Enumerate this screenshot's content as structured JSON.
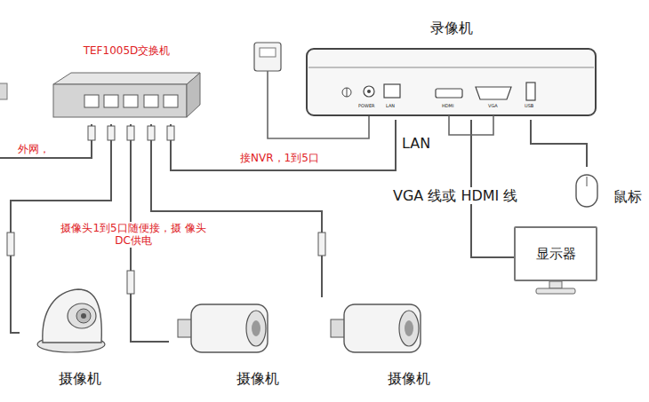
{
  "diagram": {
    "nodes": [
      {
        "text": [
          "录像机"
        ]
      },
      {
        "text": [
          "TEF1005D交换机"
        ]
      },
      {
        "text": [
          "鼠标"
        ]
      },
      {
        "text": [
          "显示器"
        ]
      },
      {
        "text": [
          "摄像机"
        ]
      },
      {
        "text": [
          "摄像机"
        ]
      },
      {
        "text": [
          "摄像机"
        ]
      }
    ],
    "edges": [
      {
        "from": 1,
        "to": 0,
        "label": "接NVR，1到5口",
        "arrow": "none"
      },
      {
        "from": 0,
        "to": 3,
        "label": "VGA 线或 HDMI 线",
        "arrow": "none"
      },
      {
        "from": 0,
        "to": 2,
        "arrow": "none"
      },
      {
        "from": 1,
        "to": 4,
        "arrow": "none"
      },
      {
        "from": 1,
        "to": 5,
        "arrow": "none"
      },
      {
        "from": 1,
        "to": 6,
        "arrow": "none"
      }
    ],
    "labels": [
      "外网，",
      "LAN",
      "摄像头1到5口随便接，摄 像头DC供电",
      "POWER",
      "LAN",
      "HDMI",
      "VGA",
      "USB"
    ]
  }
}
